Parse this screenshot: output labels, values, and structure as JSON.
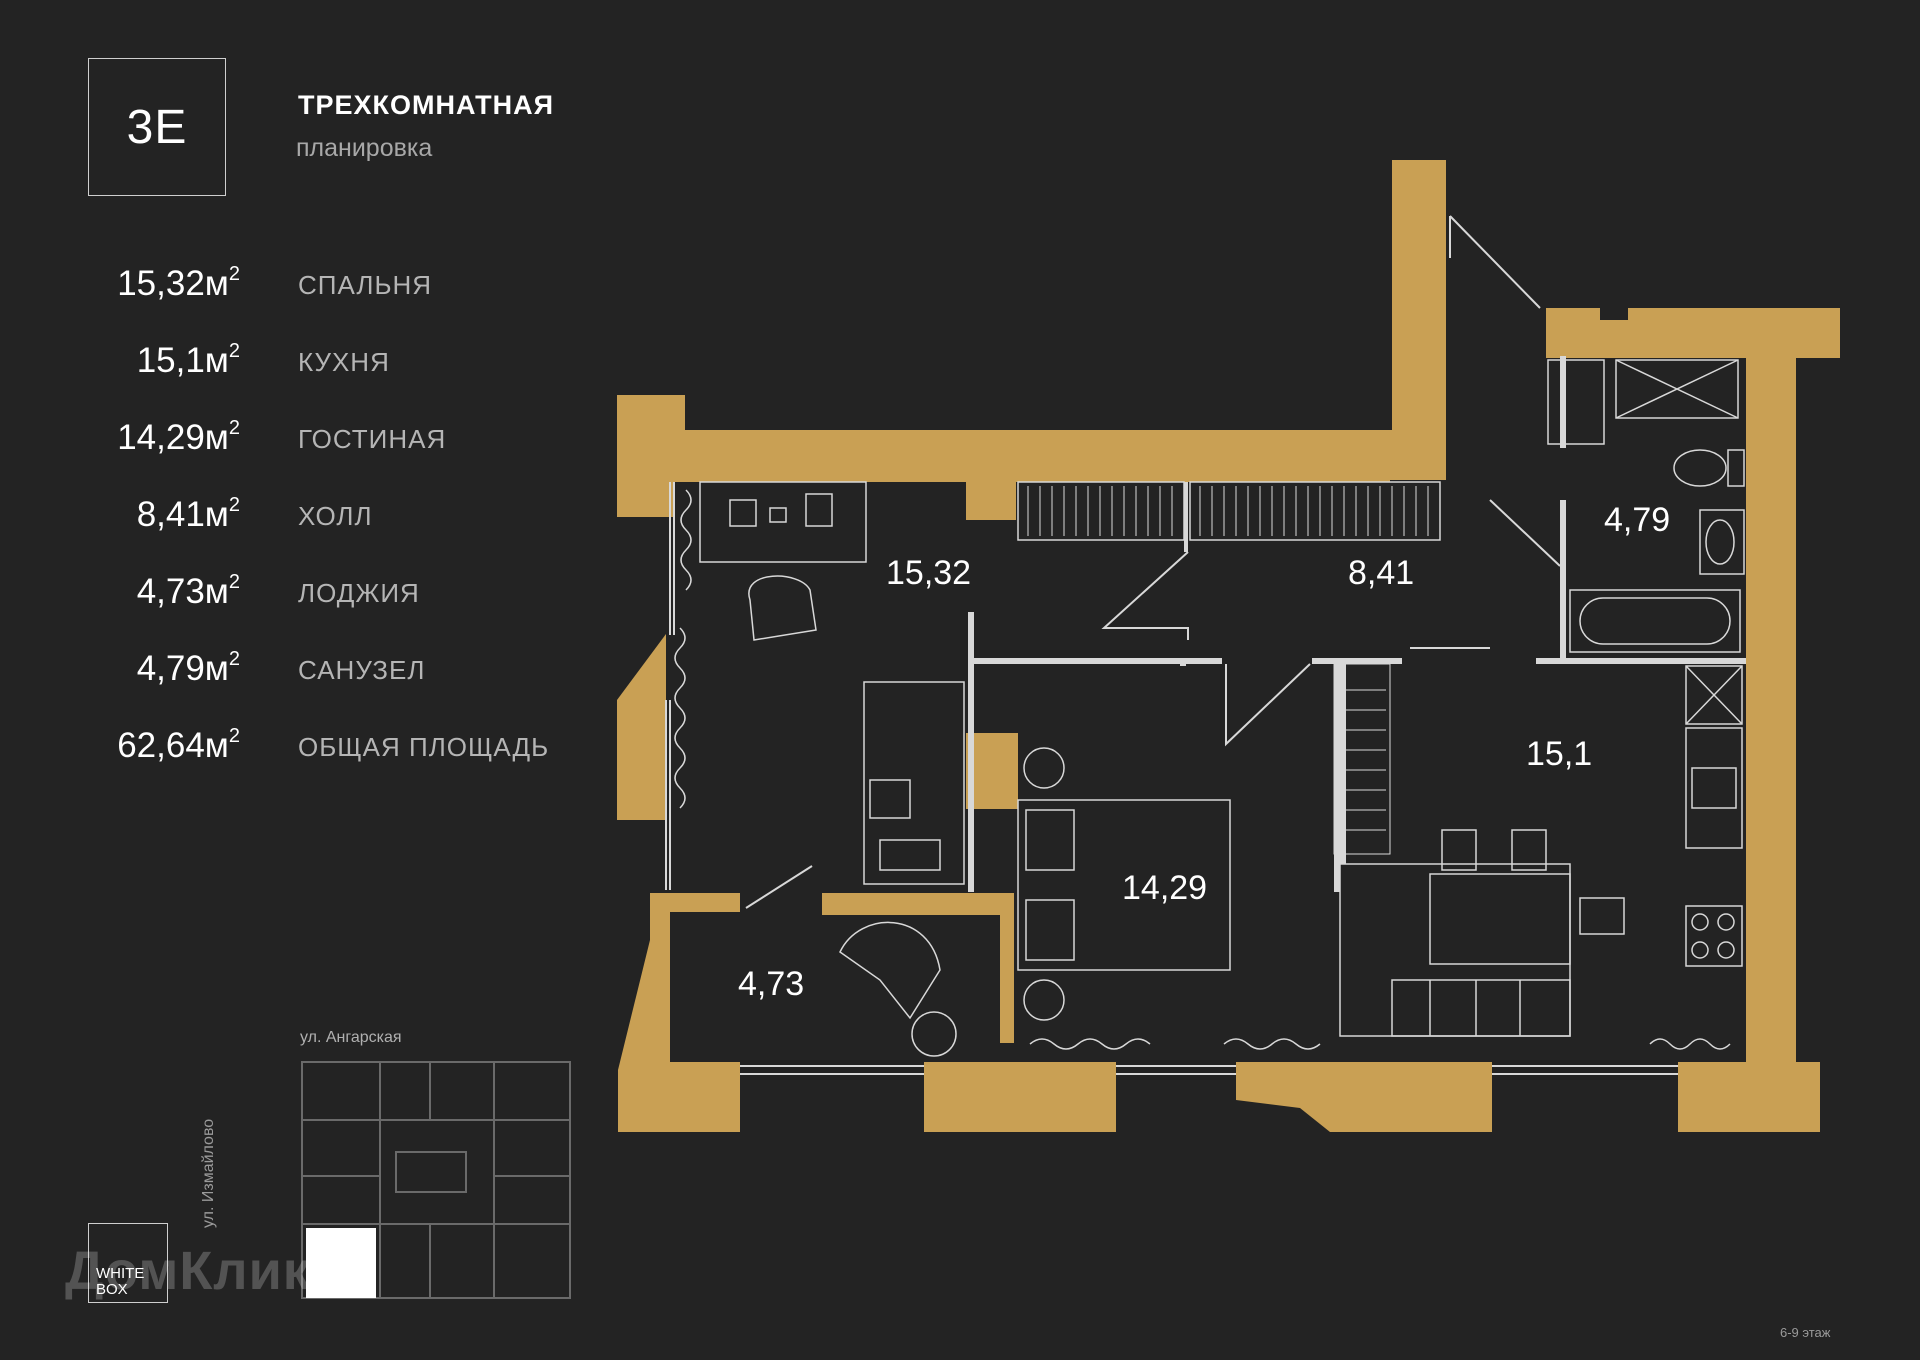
{
  "header": {
    "code": "3E",
    "title": "ТРЕХКОМНАТНАЯ",
    "subtitle": "планировка"
  },
  "specs": [
    {
      "value": "15,32м",
      "label": "СПАЛЬНЯ"
    },
    {
      "value": "15,1м",
      "label": "КУХНЯ"
    },
    {
      "value": "14,29м",
      "label": "ГОСТИНАЯ"
    },
    {
      "value": "8,41м",
      "label": "ХОЛЛ"
    },
    {
      "value": "4,73м",
      "label": "ЛОДЖИЯ"
    },
    {
      "value": "4,79м",
      "label": "САНУЗЕЛ"
    },
    {
      "value": "62,64м",
      "label": "ОБЩАЯ ПЛОЩАДЬ"
    }
  ],
  "unit_sup": "2",
  "plan_areas": {
    "bedroom": "15,32",
    "hall": "8,41",
    "bathroom": "4,79",
    "kitchen": "15,1",
    "living": "14,29",
    "loggia": "4,73"
  },
  "minimap": {
    "street_top": "ул. Ангарская",
    "street_side": "ул. Измайлово"
  },
  "logo": {
    "line1": "WHITE",
    "line2": "BOX"
  },
  "watermark": "ДомКлик",
  "floor": "6-9 этаж",
  "colors": {
    "wall": "#c9a054",
    "background": "#232323",
    "line": "#d8d8d8"
  }
}
